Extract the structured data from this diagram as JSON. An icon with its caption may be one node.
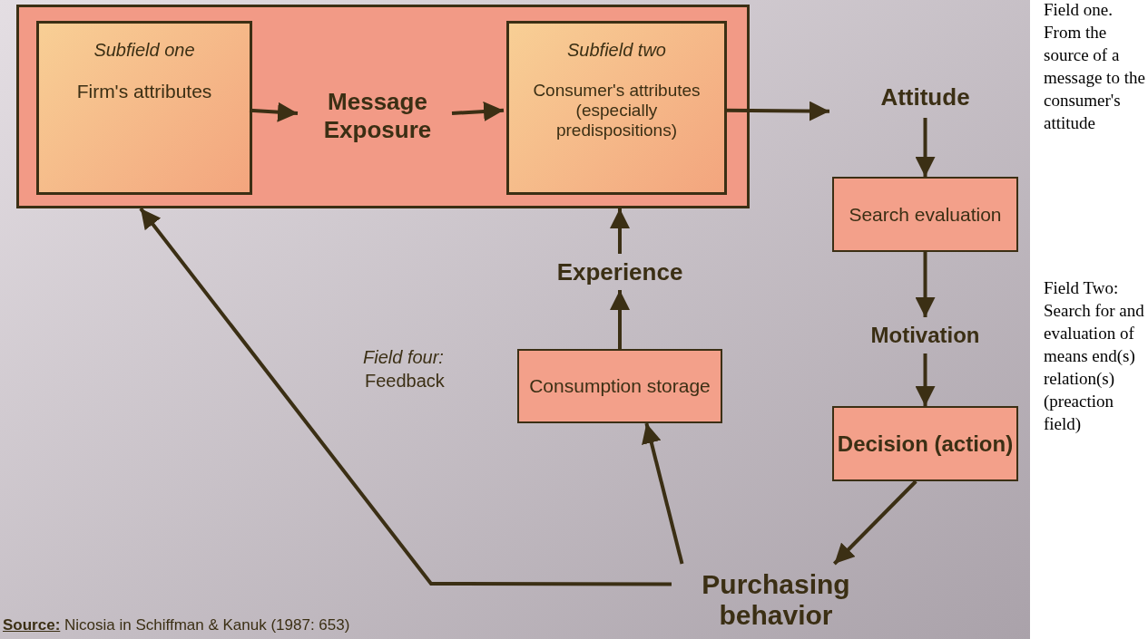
{
  "diagram": {
    "nodes": [
      {
        "text": [],
        "shape": "box"
      },
      {
        "text": [
          "Subfield one",
          "Firm's attributes"
        ],
        "in": 0
      },
      {
        "text": [
          "Message Exposure"
        ],
        "in": 0
      },
      {
        "text": [
          "Subfield two",
          "Consumer's attributes (especially predispositions)"
        ],
        "in": 0
      },
      {
        "text": [
          "Attitude"
        ]
      },
      {
        "text": [
          "Search evaluation"
        ]
      },
      {
        "text": [
          "Motivation"
        ]
      },
      {
        "text": [
          "Decision (action)"
        ]
      },
      {
        "text": [
          "Purchasing behavior"
        ]
      },
      {
        "text": [
          "Consumption storage"
        ]
      },
      {
        "text": [
          "Experience"
        ]
      }
    ],
    "edges": [
      {
        "from": 1,
        "to": 2,
        "arrow": "to"
      },
      {
        "from": 2,
        "to": 3,
        "arrow": "to"
      },
      {
        "from": 3,
        "to": 4,
        "arrow": "to"
      },
      {
        "from": 4,
        "to": 5,
        "arrow": "to"
      },
      {
        "from": 5,
        "to": 6,
        "arrow": "to"
      },
      {
        "from": 6,
        "to": 7,
        "arrow": "to"
      },
      {
        "from": 7,
        "to": 8,
        "arrow": "to"
      },
      {
        "from": 8,
        "to": 9,
        "arrow": "to"
      },
      {
        "from": 8,
        "to": 0,
        "arrow": "to"
      },
      {
        "from": 9,
        "to": 10,
        "arrow": "to"
      },
      {
        "from": 10,
        "to": 0,
        "arrow": "to"
      }
    ],
    "labels": [
      "Field four:",
      "Feedback",
      "Field one. From the source of a message to the consumer's attitude",
      "Field Two: Search for and evaluation of means end(s) relation(s) (preaction field)",
      "**Source:** Nicosia in Schiffman & Kanuk (1987: 653)"
    ]
  }
}
